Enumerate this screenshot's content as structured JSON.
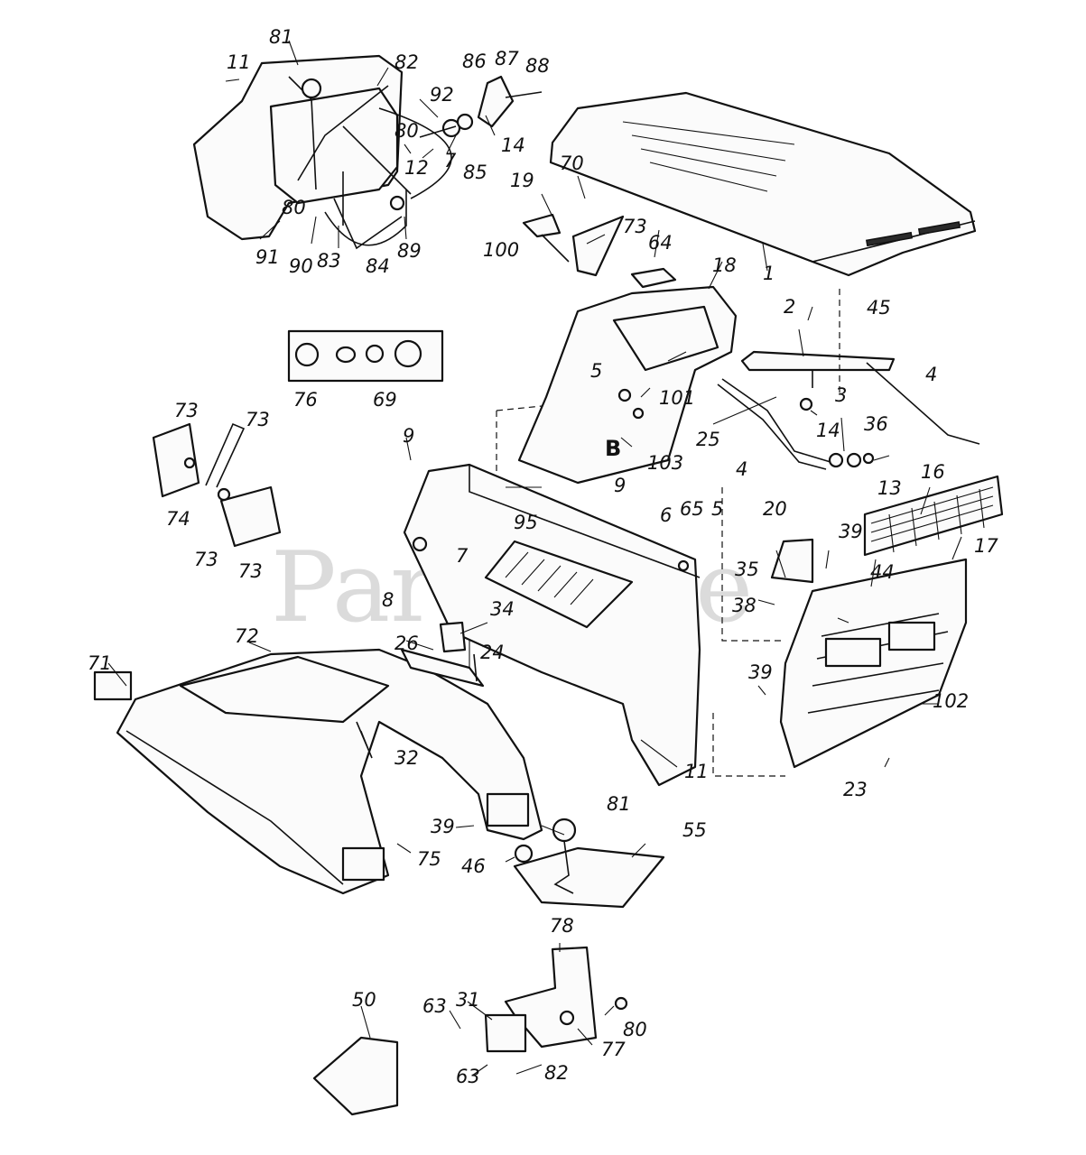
{
  "watermark": "PartsTree",
  "inset_marker": "B",
  "part_numbers": [
    {
      "id": "n81a",
      "text": "81"
    },
    {
      "id": "n11a",
      "text": "11"
    },
    {
      "id": "n82a",
      "text": "82"
    },
    {
      "id": "n86",
      "text": "86"
    },
    {
      "id": "n87",
      "text": "87"
    },
    {
      "id": "n88",
      "text": "88"
    },
    {
      "id": "n92",
      "text": "92"
    },
    {
      "id": "n80a",
      "text": "80"
    },
    {
      "id": "n12",
      "text": "12"
    },
    {
      "id": "n7a",
      "text": "7"
    },
    {
      "id": "n85",
      "text": "85"
    },
    {
      "id": "n14a",
      "text": "14"
    },
    {
      "id": "n80b",
      "text": "80"
    },
    {
      "id": "n91",
      "text": "91"
    },
    {
      "id": "n90",
      "text": "90"
    },
    {
      "id": "n83",
      "text": "83"
    },
    {
      "id": "n84",
      "text": "84"
    },
    {
      "id": "n89",
      "text": "89"
    },
    {
      "id": "n70",
      "text": "70"
    },
    {
      "id": "n19",
      "text": "19"
    },
    {
      "id": "n73a",
      "text": "73"
    },
    {
      "id": "n100",
      "text": "100"
    },
    {
      "id": "n64",
      "text": "64"
    },
    {
      "id": "n1",
      "text": "1"
    },
    {
      "id": "n18",
      "text": "18"
    },
    {
      "id": "n2",
      "text": "2"
    },
    {
      "id": "n45",
      "text": "45"
    },
    {
      "id": "n76",
      "text": "76"
    },
    {
      "id": "n69",
      "text": "69"
    },
    {
      "id": "n5a",
      "text": "5"
    },
    {
      "id": "n101",
      "text": "101"
    },
    {
      "id": "n3",
      "text": "3"
    },
    {
      "id": "n36",
      "text": "36"
    },
    {
      "id": "n4a",
      "text": "4"
    },
    {
      "id": "n25",
      "text": "25"
    },
    {
      "id": "n14b",
      "text": "14"
    },
    {
      "id": "n73b",
      "text": "73"
    },
    {
      "id": "n73c",
      "text": "73"
    },
    {
      "id": "n9a",
      "text": "9"
    },
    {
      "id": "n103",
      "text": "103"
    },
    {
      "id": "n4b",
      "text": "4"
    },
    {
      "id": "n13",
      "text": "13"
    },
    {
      "id": "n16",
      "text": "16"
    },
    {
      "id": "n74",
      "text": "74"
    },
    {
      "id": "n9b",
      "text": "9"
    },
    {
      "id": "n95",
      "text": "95"
    },
    {
      "id": "n6",
      "text": "6"
    },
    {
      "id": "n65",
      "text": "65"
    },
    {
      "id": "n5b",
      "text": "5"
    },
    {
      "id": "n20",
      "text": "20"
    },
    {
      "id": "n39a",
      "text": "39"
    },
    {
      "id": "n17",
      "text": "17"
    },
    {
      "id": "n73d",
      "text": "73"
    },
    {
      "id": "n73e",
      "text": "73"
    },
    {
      "id": "n7b",
      "text": "7"
    },
    {
      "id": "n8",
      "text": "8"
    },
    {
      "id": "n35",
      "text": "35"
    },
    {
      "id": "n44",
      "text": "44"
    },
    {
      "id": "n38",
      "text": "38"
    },
    {
      "id": "n34",
      "text": "34"
    },
    {
      "id": "n72",
      "text": "72"
    },
    {
      "id": "n71",
      "text": "71"
    },
    {
      "id": "n26",
      "text": "26"
    },
    {
      "id": "n24",
      "text": "24"
    },
    {
      "id": "n39b",
      "text": "39"
    },
    {
      "id": "n102",
      "text": "102"
    },
    {
      "id": "n32",
      "text": "32"
    },
    {
      "id": "n11b",
      "text": "11"
    },
    {
      "id": "n23",
      "text": "23"
    },
    {
      "id": "n81b",
      "text": "81"
    },
    {
      "id": "n55",
      "text": "55"
    },
    {
      "id": "n39c",
      "text": "39"
    },
    {
      "id": "n46",
      "text": "46"
    },
    {
      "id": "n75",
      "text": "75"
    },
    {
      "id": "n78",
      "text": "78"
    },
    {
      "id": "n50",
      "text": "50"
    },
    {
      "id": "n63a",
      "text": "63"
    },
    {
      "id": "n31",
      "text": "31"
    },
    {
      "id": "n80c",
      "text": "80"
    },
    {
      "id": "n77",
      "text": "77"
    },
    {
      "id": "n63b",
      "text": "63"
    },
    {
      "id": "n82b",
      "text": "82"
    }
  ]
}
